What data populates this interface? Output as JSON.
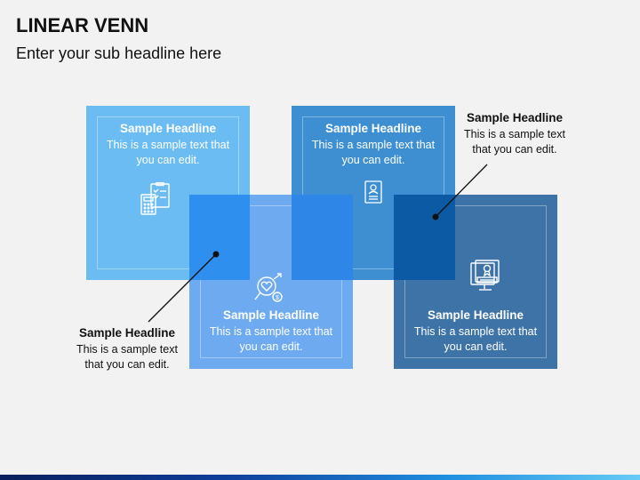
{
  "header": {
    "title": "LINEAR VENN",
    "subtitle": "Enter your sub headline here"
  },
  "boxes": [
    {
      "headline": "Sample Headline",
      "text_line1": "This is a sample text that",
      "text_line2": "you can edit.",
      "icon": "calculator-checklist-icon"
    },
    {
      "headline": "Sample Headline",
      "text_line1": "This is a sample text that",
      "text_line2": "you can edit.",
      "icon": "resume-document-icon"
    },
    {
      "headline": "Sample Headline",
      "text_line1": "This is a sample text that",
      "text_line2": "you can edit.",
      "icon": "heart-magnifier-coin-icon"
    },
    {
      "headline": "Sample Headline",
      "text_line1": "This is a sample text that",
      "text_line2": "you can edit.",
      "icon": "certificate-monitor-icon"
    }
  ],
  "callouts": [
    {
      "headline": "Sample Headline",
      "text_line1": "This is a sample text",
      "text_line2": "that you can edit."
    },
    {
      "headline": "Sample Headline",
      "text_line1": "This is a sample text",
      "text_line2": "that you can edit."
    }
  ],
  "colors": {
    "box1": "#6cbcf4",
    "box2": "#3e8fd2",
    "box3": "#3a8eee",
    "box4": "#3d73a6"
  }
}
